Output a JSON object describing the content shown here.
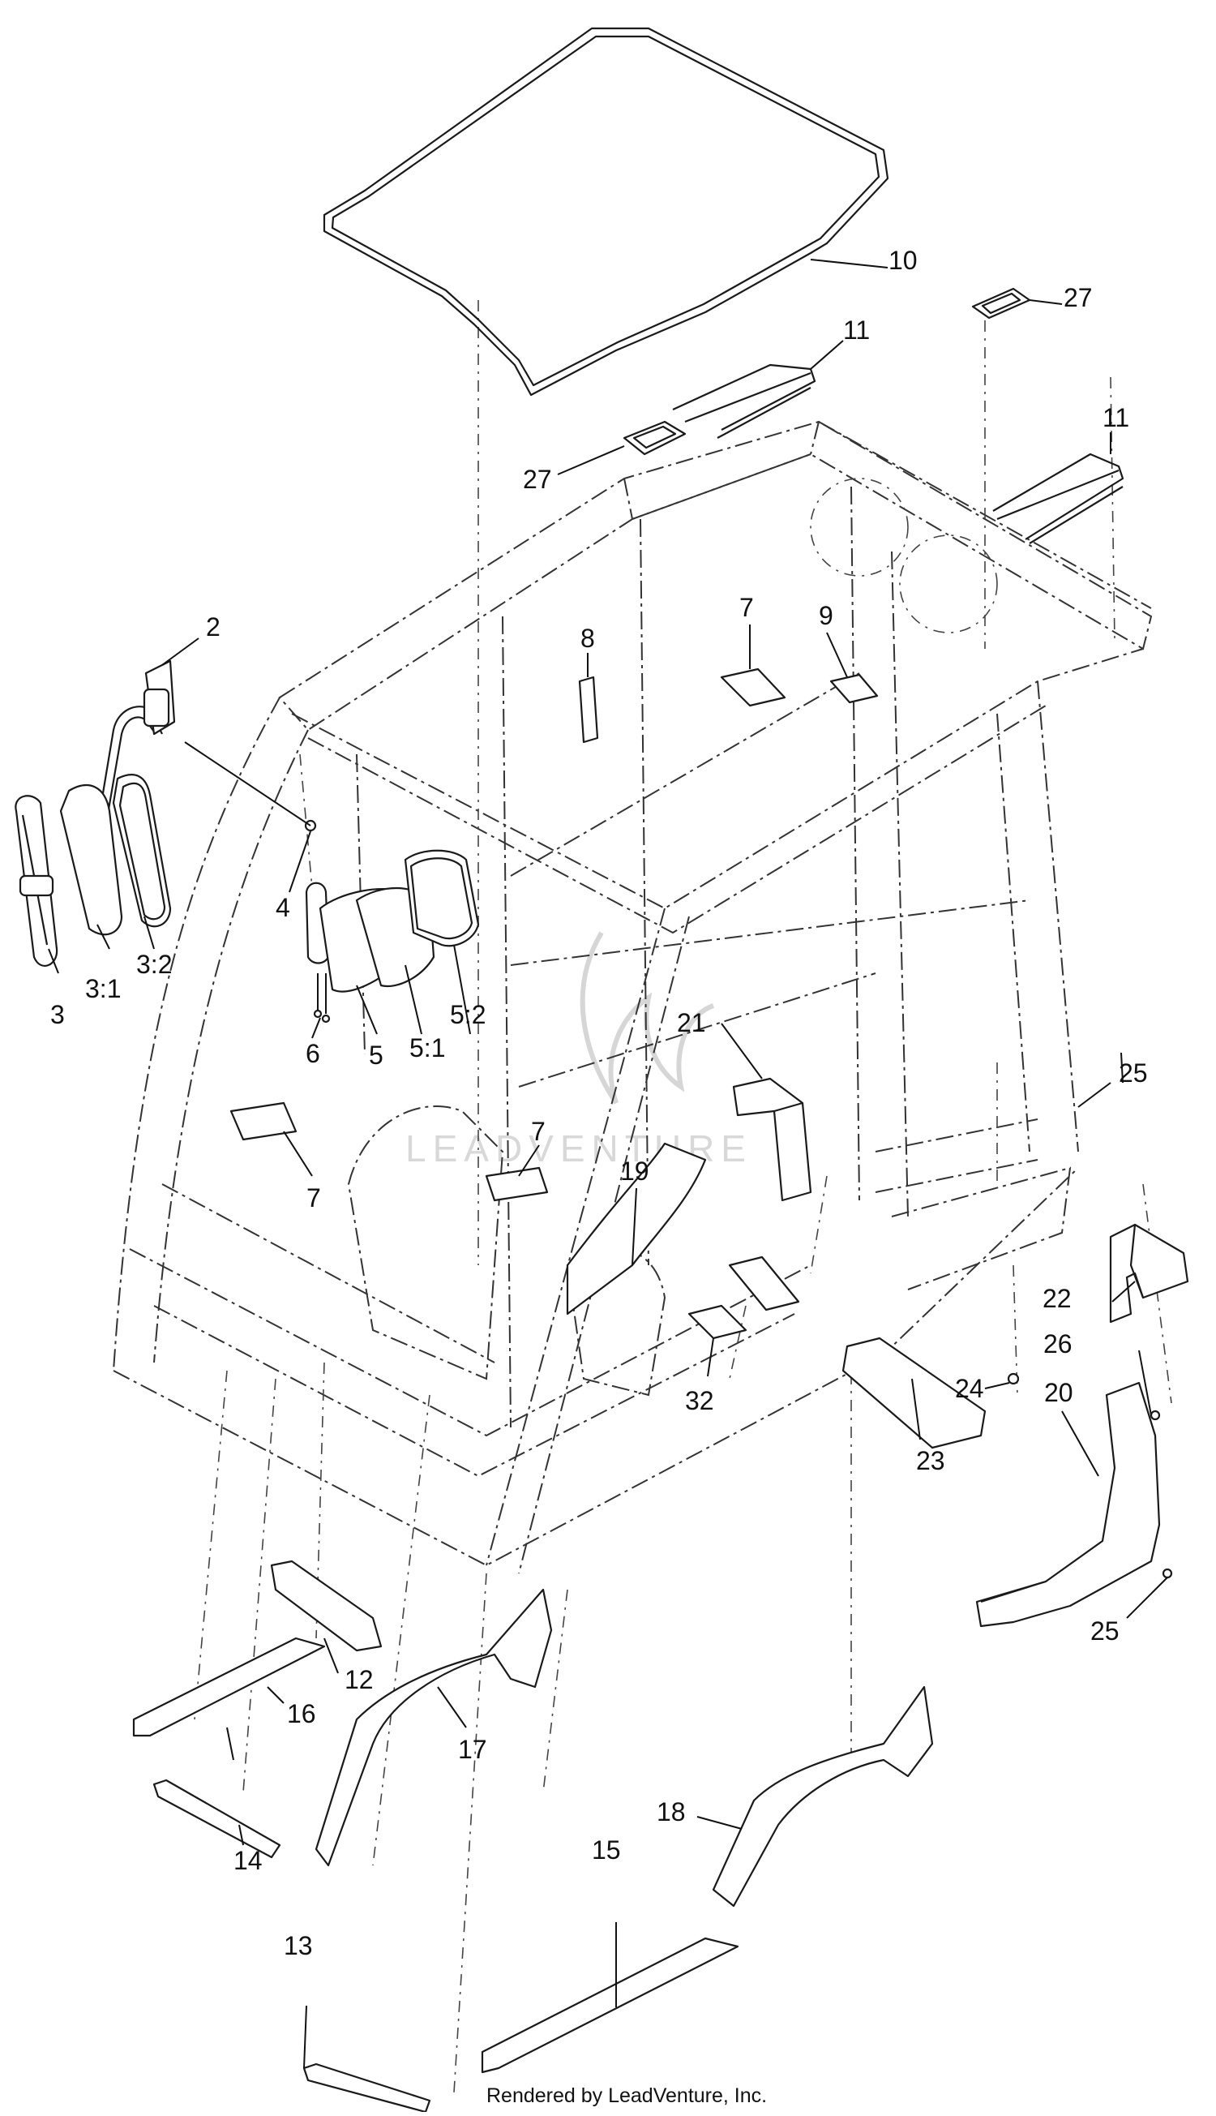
{
  "diagram": {
    "callouts": {
      "c10": "10",
      "c11a": "11",
      "c11b": "11",
      "c27a": "27",
      "c27b": "27",
      "c2": "2",
      "c3": "3",
      "c3_1": "3:1",
      "c3_2": "3:2",
      "c4": "4",
      "c5": "5",
      "c5_1": "5:1",
      "c5_2": "5:2",
      "c6": "6",
      "c7a": "7",
      "c7b": "7",
      "c7c": "7",
      "c8": "8",
      "c9": "9",
      "c12": "12",
      "c13": "13",
      "c14": "14",
      "c15": "15",
      "c16": "16",
      "c17": "17",
      "c18": "18",
      "c19": "19",
      "c20": "20",
      "c21": "21",
      "c22": "22",
      "c23": "23",
      "c24": "24",
      "c25a": "25",
      "c25b": "25",
      "c26": "26",
      "c32": "32"
    },
    "watermark": "LEADVENTURE",
    "footer": "Rendered by LeadVenture, Inc."
  }
}
